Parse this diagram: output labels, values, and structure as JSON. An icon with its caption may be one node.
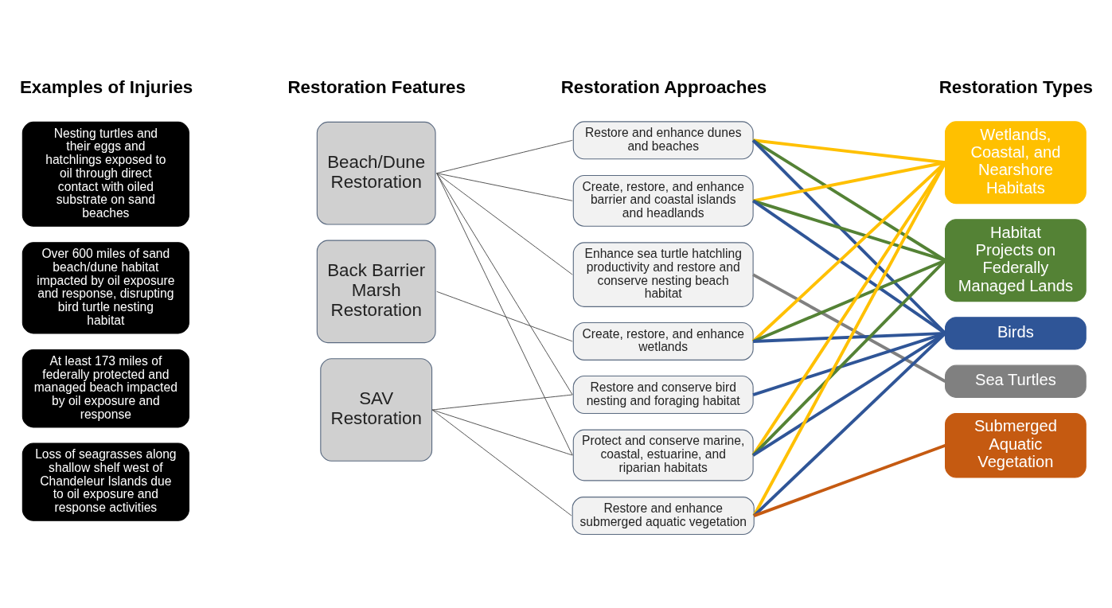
{
  "diagram": {
    "nodes": [
      {
        "text": [
          "Nesting turtles and their eggs and hatchlings exposed to oil through direct contact with oiled substrate on sand beaches"
        ]
      },
      {
        "text": [
          "Over 600 miles of sand beach/dune habitat impacted by oil exposure and response, disrupting bird turtle nesting habitat"
        ]
      },
      {
        "text": [
          "At least 173 miles of federally protected and managed beach impacted by oil exposure and response"
        ]
      },
      {
        "text": [
          "Loss of seagrasses along shallow shelf west of Chandeleur Islands due to oil exposure and response activities"
        ]
      },
      {
        "text": [
          "Beach/Dune Restoration"
        ]
      },
      {
        "text": [
          "Back Barrier Marsh Restoration"
        ]
      },
      {
        "text": [
          "SAV Restoration"
        ]
      },
      {
        "text": [
          "Restore and enhance dunes and beaches"
        ]
      },
      {
        "text": [
          "Create, restore, and enhance barrier and coastal islands and headlands"
        ]
      },
      {
        "text": [
          "Enhance sea turtle hatchling productivity and restore and conserve nesting beach habitat"
        ]
      },
      {
        "text": [
          "Create, restore, and enhance wetlands"
        ]
      },
      {
        "text": [
          "Restore and conserve bird nesting and foraging habitat"
        ]
      },
      {
        "text": [
          "Protect and conserve marine, coastal, estuarine, and riparian habitats"
        ]
      },
      {
        "text": [
          "Restore and enhance submerged aquatic vegetation"
        ]
      },
      {
        "text": [
          "Wetlands, Coastal, and Nearshore Habitats"
        ]
      },
      {
        "text": [
          "Habitat Projects on Federally Managed Lands"
        ]
      },
      {
        "text": [
          "Birds"
        ]
      },
      {
        "text": [
          "Sea Turtles"
        ]
      },
      {
        "text": [
          "Submerged Aquatic Vegetation"
        ]
      }
    ],
    "edges": [
      {
        "from": 4,
        "to": 7,
        "arrow": "none",
        "color": "#404040"
      },
      {
        "from": 4,
        "to": 8,
        "arrow": "none",
        "color": "#404040"
      },
      {
        "from": 4,
        "to": 9,
        "arrow": "none",
        "color": "#404040"
      },
      {
        "from": 4,
        "to": 11,
        "arrow": "none",
        "color": "#404040"
      },
      {
        "from": 4,
        "to": 12,
        "arrow": "none",
        "color": "#404040"
      },
      {
        "from": 5,
        "to": 10,
        "arrow": "none",
        "color": "#404040"
      },
      {
        "from": 6,
        "to": 11,
        "arrow": "none",
        "color": "#404040"
      },
      {
        "from": 6,
        "to": 12,
        "arrow": "none",
        "color": "#404040"
      },
      {
        "from": 6,
        "to": 13,
        "arrow": "none",
        "color": "#404040"
      },
      {
        "from": 7,
        "to": 14,
        "arrow": "none",
        "color": "#ffc000"
      },
      {
        "from": 7,
        "to": 15,
        "arrow": "none",
        "color": "#548235"
      },
      {
        "from": 7,
        "to": 16,
        "arrow": "none",
        "color": "#2f5597"
      },
      {
        "from": 8,
        "to": 14,
        "arrow": "none",
        "color": "#ffc000"
      },
      {
        "from": 8,
        "to": 15,
        "arrow": "none",
        "color": "#548235"
      },
      {
        "from": 8,
        "to": 16,
        "arrow": "none",
        "color": "#2f5597"
      },
      {
        "from": 9,
        "to": 17,
        "arrow": "none",
        "color": "#808080"
      },
      {
        "from": 10,
        "to": 14,
        "arrow": "none",
        "color": "#ffc000"
      },
      {
        "from": 10,
        "to": 15,
        "arrow": "none",
        "color": "#548235"
      },
      {
        "from": 10,
        "to": 16,
        "arrow": "none",
        "color": "#2f5597"
      },
      {
        "from": 11,
        "to": 16,
        "arrow": "none",
        "color": "#2f5597"
      },
      {
        "from": 12,
        "to": 14,
        "arrow": "none",
        "color": "#ffc000"
      },
      {
        "from": 12,
        "to": 15,
        "arrow": "none",
        "color": "#548235"
      },
      {
        "from": 12,
        "to": 16,
        "arrow": "none",
        "color": "#2f5597"
      },
      {
        "from": 13,
        "to": 14,
        "arrow": "none",
        "color": "#ffc000"
      },
      {
        "from": 13,
        "to": 16,
        "arrow": "none",
        "color": "#2f5597"
      },
      {
        "from": 13,
        "to": 18,
        "arrow": "none",
        "color": "#c55a11"
      }
    ],
    "labels": [
      "Examples of Injuries",
      "Restoration Features",
      "Restoration Approaches",
      "Restoration Types"
    ]
  }
}
